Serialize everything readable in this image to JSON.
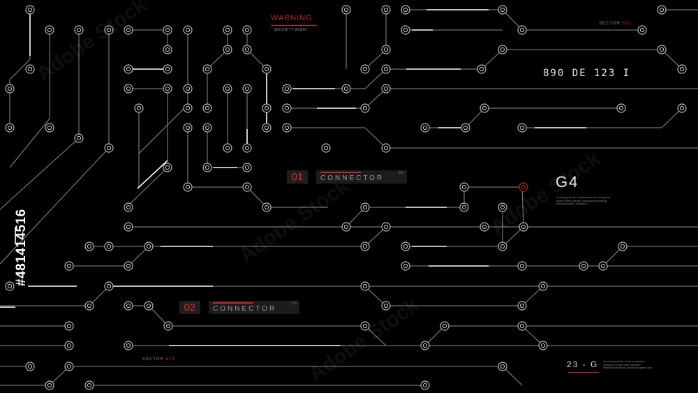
{
  "warning": {
    "title": "WARNING",
    "subtitle": "SECURITY ALERT"
  },
  "sector_top": {
    "prefix": "SECTOR",
    "code": "523"
  },
  "sector_bottom": {
    "prefix": "SECTOR",
    "code": "879"
  },
  "code_label": "890 DE 123 I",
  "connector1": {
    "number": "01",
    "label": "CONNECTOR",
    "small": "052"
  },
  "connector2": {
    "number": "02",
    "label": "CONNECTOR",
    "small": "238"
  },
  "g4": {
    "label": "G4",
    "info": "Connecting point file. Create a connection. Change the number of the connection. Data analysis technology. Normal and system. Database 3.7"
  },
  "g23": {
    "label": "23 - G",
    "info": "Connecting point file. Create a connection. Change the number of the connection. Information technology. Normal and system. Data"
  },
  "stock_id": "#481414516",
  "watermark": "Adobe Stock",
  "colors": {
    "background": "#000000",
    "trace": "#8c8c8c",
    "highlight": "#ffffff",
    "accent": "#c0282d"
  }
}
